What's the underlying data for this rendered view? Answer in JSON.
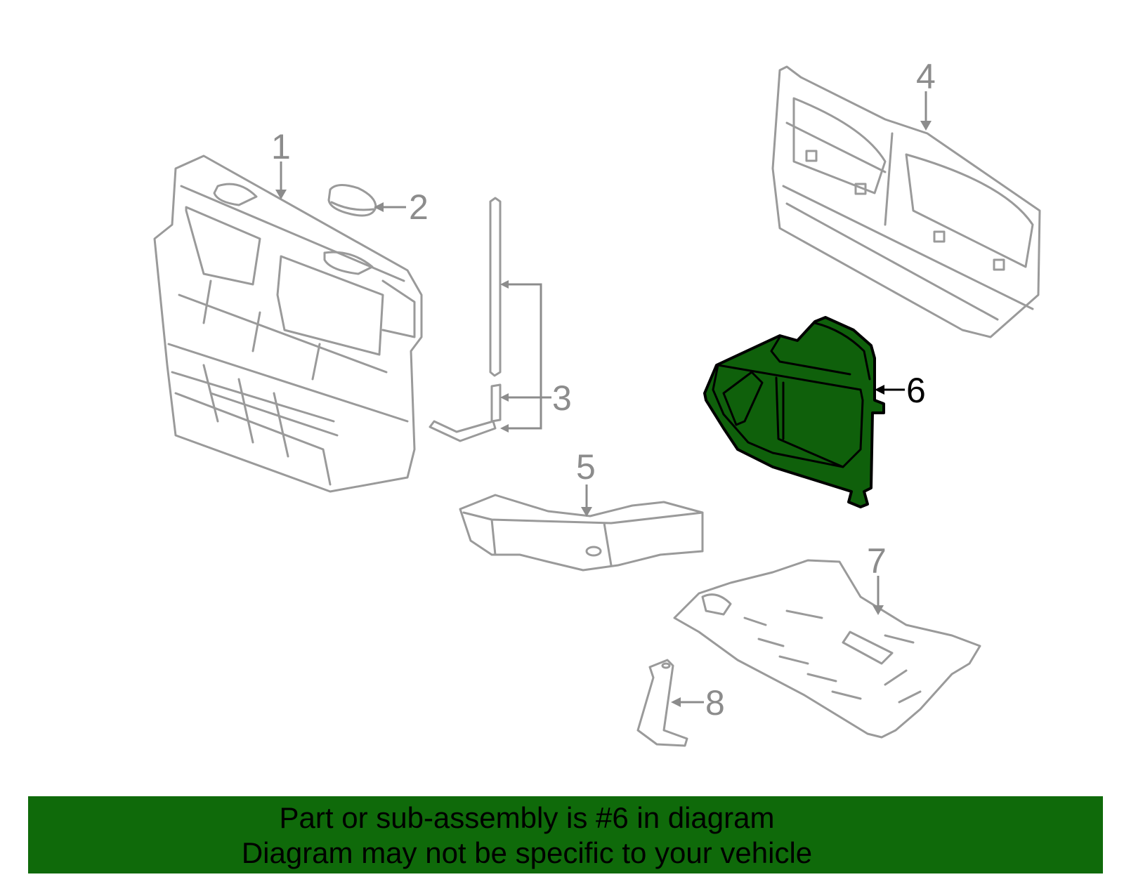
{
  "callouts": {
    "p1": "1",
    "p2": "2",
    "p3": "3",
    "p4": "4",
    "p5": "5",
    "p6": "6",
    "p7": "7",
    "p8": "8"
  },
  "highlighted_part": "6",
  "colors": {
    "highlight": "#0f600b",
    "banner": "#0f6a0a",
    "part_outline": "#9a9a9a"
  },
  "banner": {
    "line1": "Part or sub-assembly is #6 in diagram",
    "line2": "Diagram may not be specific to your vehicle"
  }
}
